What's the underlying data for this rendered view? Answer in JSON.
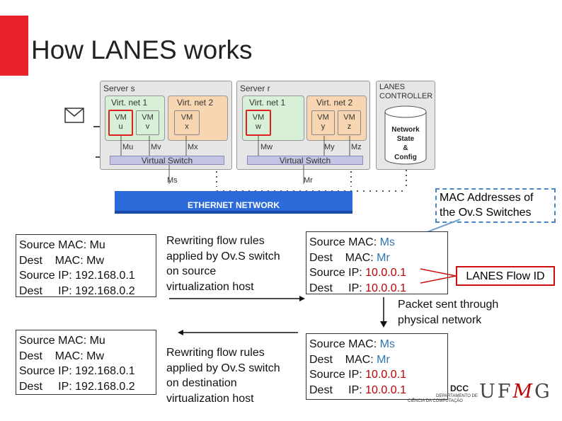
{
  "slide": {
    "title": "How LANES works",
    "accent_color": "#e8232b"
  },
  "diagram": {
    "server_s": {
      "label": "Server s",
      "vnet1": {
        "label": "Virt. net 1",
        "vms": [
          {
            "label": "VM",
            "sub": "u"
          },
          {
            "label": "VM",
            "sub": "v"
          }
        ]
      },
      "vnet2": {
        "label": "Virt. net 2",
        "vms": [
          {
            "label": "VM",
            "sub": "x"
          }
        ]
      },
      "ports": [
        "Mu",
        "Mv",
        "Mx"
      ],
      "switch_label": "Virtual Switch",
      "uplink_label": "Ms"
    },
    "server_r": {
      "label": "Server r",
      "vnet1": {
        "label": "Virt. net 1",
        "vms": [
          {
            "label": "VM",
            "sub": "w"
          }
        ]
      },
      "vnet2": {
        "label": "Virt. net 2",
        "vms": [
          {
            "label": "VM",
            "sub": "y"
          },
          {
            "label": "VM",
            "sub": "z"
          }
        ]
      },
      "ports": [
        "Mw",
        "My",
        "Mz"
      ],
      "switch_label": "Virtual Switch",
      "uplink_label": "Mr"
    },
    "controller": {
      "label_line1": "LANES",
      "label_line2": "CONTROLLER",
      "db_lines": [
        "Network",
        "State",
        "&",
        "Config"
      ]
    },
    "network_label": "ETHERNET NETWORK",
    "colors": {
      "vnet1": "#d8f0d8",
      "vnet2": "#f9d6b2",
      "highlight": "#e02020",
      "ethernet": "#2b6ad8"
    },
    "icon": "envelope-icon"
  },
  "packets": {
    "orig_top": {
      "src_mac_label": "Source MAC:",
      "src_mac": "Mu",
      "dst_mac_label": "Dest    MAC:",
      "dst_mac": "Mw",
      "src_ip_label": "Source IP:",
      "src_ip": "192.168.0.1",
      "dst_ip_label": "Dest     IP:",
      "dst_ip": "192.168.0.2"
    },
    "rewritten_top": {
      "src_mac_label": "Source MAC:",
      "src_mac": "Ms",
      "dst_mac_label": "Dest    MAC:",
      "dst_mac": "Mr",
      "src_ip_label": "Source IP:",
      "src_ip": "10.0.0.1",
      "dst_ip_label": "Dest     IP:",
      "dst_ip": "10.0.0.1"
    },
    "orig_bottom": {
      "src_mac_label": "Source MAC:",
      "src_mac": "Mu",
      "dst_mac_label": "Dest    MAC:",
      "dst_mac": "Mw",
      "src_ip_label": "Source IP:",
      "src_ip": "192.168.0.1",
      "dst_ip_label": "Dest     IP:",
      "dst_ip": "192.168.0.2"
    },
    "rewritten_bottom": {
      "src_mac_label": "Source MAC:",
      "src_mac": "Ms",
      "dst_mac_label": "Dest    MAC:",
      "dst_mac": "Mr",
      "src_ip_label": "Source IP:",
      "src_ip": "10.0.0.1",
      "dst_ip_label": "Dest     IP:",
      "dst_ip": "10.0.0.1"
    }
  },
  "notes": {
    "rewrite_source": [
      "Rewriting flow rules",
      "applied by Ov.S switch",
      "on source",
      "virtualization host"
    ],
    "rewrite_dest": [
      "Rewriting flow rules",
      "applied by Ov.S switch",
      "on destination",
      "virtualization host"
    ],
    "physical": [
      "Packet sent through",
      "physical network"
    ],
    "mac_callout": [
      "MAC Addresses of",
      "the Ov.S Switches"
    ],
    "flow_id": "LANES Flow ID"
  },
  "logos": {
    "dcc": "DCC",
    "dept_line1": "DEPARTAMENTO DE",
    "dept_line2": "CIÊNCIA DA COMPUTAÇÃO",
    "ufmg": [
      "U",
      "F",
      "M",
      "G"
    ]
  }
}
